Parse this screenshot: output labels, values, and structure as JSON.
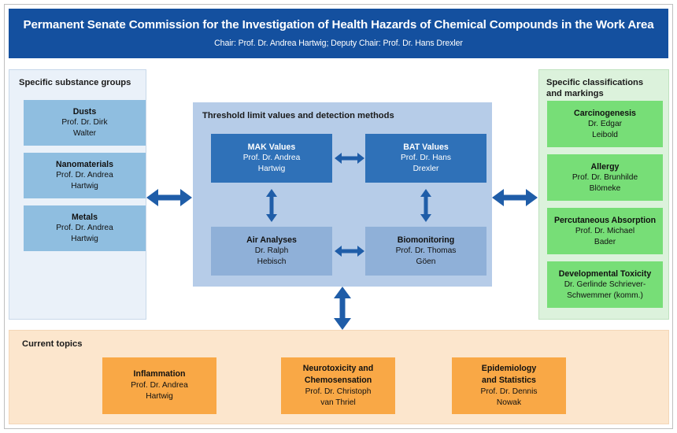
{
  "header": {
    "title": "Permanent Senate Commission for the Investigation of Health Hazards of Chemical Compounds in the Work Area",
    "subtitle": "Chair: Prof. Dr. Andrea Hartwig; Deputy Chair: Prof. Dr. Hans Drexler",
    "bg_color": "#14509F",
    "text_color": "#FFFFFF"
  },
  "left_panel": {
    "title": "Specific substance groups",
    "bg_color": "#EAF1F9",
    "card_color": "#8FBEE0",
    "cards": [
      {
        "title": "Dusts",
        "line1": "Prof. Dr. Dirk",
        "line2": "Walter"
      },
      {
        "title": "Nanomaterials",
        "line1": "Prof. Dr. Andrea",
        "line2": "Hartwig"
      },
      {
        "title": "Metals",
        "line1": "Prof. Dr. Andrea",
        "line2": "Hartwig"
      }
    ]
  },
  "center_panel": {
    "title": "Threshold limit values and detection methods",
    "bg_color": "#B6CCE8",
    "box_dark_color": "#2F71B8",
    "box_mid_color": "#8FB0D8",
    "boxes": [
      {
        "title": "MAK Values",
        "line1": "Prof. Dr. Andrea",
        "line2": "Hartwig",
        "style": "dark"
      },
      {
        "title": "BAT Values",
        "line1": "Prof. Dr. Hans",
        "line2": "Drexler",
        "style": "dark"
      },
      {
        "title": "Air Analyses",
        "line1": "Dr. Ralph",
        "line2": "Hebisch",
        "style": "mid"
      },
      {
        "title": "Biomonitoring",
        "line1": "Prof. Dr. Thomas",
        "line2": "Göen",
        "style": "mid"
      }
    ]
  },
  "right_panel": {
    "title_line1": "Specific classifications",
    "title_line2": "and markings",
    "bg_color": "#DCF2DC",
    "card_color": "#77DE77",
    "cards": [
      {
        "title": "Carcinogenesis",
        "line1": "Dr. Edgar",
        "line2": "Leibold"
      },
      {
        "title": "Allergy",
        "line1": "Prof. Dr. Brunhilde",
        "line2": "Blömeke"
      },
      {
        "title": "Percutaneous Absorption",
        "line1": "Prof. Dr. Michael",
        "line2": "Bader"
      },
      {
        "title": "Developmental Toxicity",
        "line1": "Dr. Gerlinde Schriever-",
        "line2": "Schwemmer (komm.)"
      }
    ]
  },
  "bottom_panel": {
    "title": "Current topics",
    "bg_color": "#FCE6CD",
    "card_color": "#F9A846",
    "cards": [
      {
        "title": "Inflammation",
        "title2": "",
        "line1": "Prof. Dr. Andrea",
        "line2": "Hartwig"
      },
      {
        "title": "Neurotoxicity and",
        "title2": "Chemosensation",
        "line1": "Prof. Dr. Christoph",
        "line2": "van Thriel"
      },
      {
        "title": "Epidemiology",
        "title2": "and Statistics",
        "line1": "Prof. Dr. Dennis",
        "line2": "Nowak"
      }
    ]
  },
  "arrows": {
    "color": "#1F5DA8",
    "items": [
      {
        "name": "arrow-left-panel-to-center",
        "direction": "horizontal-double"
      },
      {
        "name": "arrow-center-to-right-panel",
        "direction": "horizontal-double"
      },
      {
        "name": "arrow-mak-to-bat",
        "direction": "horizontal-double"
      },
      {
        "name": "arrow-air-to-biomonitoring",
        "direction": "horizontal-double"
      },
      {
        "name": "arrow-mak-to-air",
        "direction": "vertical-double"
      },
      {
        "name": "arrow-bat-to-biomonitoring",
        "direction": "vertical-double"
      },
      {
        "name": "arrow-center-to-bottom",
        "direction": "vertical-double"
      }
    ]
  }
}
